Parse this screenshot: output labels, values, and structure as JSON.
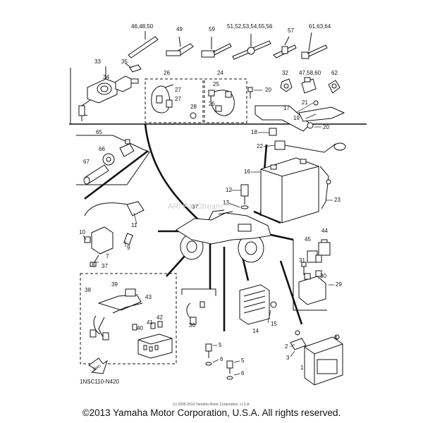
{
  "diagram": {
    "code": "1NSC110-N420",
    "copyright": "©2013 Yamaha Motor Corporation, U.S.A. All rights reserved.",
    "small_copyright": "(c) 2005-2014 Yamaha Motor Corporation, U.S.A.",
    "watermark": "ARI PartStream™",
    "fwd_label": "FWD"
  },
  "callouts": [
    {
      "id": "c-46-48-50",
      "text": "46,48,50"
    },
    {
      "id": "c-49",
      "text": "49"
    },
    {
      "id": "c-59",
      "text": "59"
    },
    {
      "id": "c-51-56",
      "text": "51,52,53,54,55,56"
    },
    {
      "id": "c-57",
      "text": "57"
    },
    {
      "id": "c-61-63-64",
      "text": "61,63,64"
    },
    {
      "id": "c-33",
      "text": "33"
    },
    {
      "id": "c-35",
      "text": "35"
    },
    {
      "id": "c-34",
      "text": "34"
    },
    {
      "id": "c-26",
      "text": "26"
    },
    {
      "id": "c-24",
      "text": "24"
    },
    {
      "id": "c-32",
      "text": "32"
    },
    {
      "id": "c-47-58-60",
      "text": "47,58,60"
    },
    {
      "id": "c-62",
      "text": "62"
    },
    {
      "id": "c-27a",
      "text": "27"
    },
    {
      "id": "c-27b",
      "text": "27"
    },
    {
      "id": "c-25a",
      "text": "25"
    },
    {
      "id": "c-25b",
      "text": "25"
    },
    {
      "id": "c-28",
      "text": "28"
    },
    {
      "id": "c-20a",
      "text": "20"
    },
    {
      "id": "c-17",
      "text": "17"
    },
    {
      "id": "c-21",
      "text": "21"
    },
    {
      "id": "c-19",
      "text": "19"
    },
    {
      "id": "c-20b",
      "text": "20"
    },
    {
      "id": "c-18",
      "text": "18"
    },
    {
      "id": "c-65",
      "text": "65"
    },
    {
      "id": "c-66",
      "text": "66"
    },
    {
      "id": "c-67",
      "text": "67"
    },
    {
      "id": "c-22",
      "text": "22"
    },
    {
      "id": "c-16",
      "text": "16"
    },
    {
      "id": "c-12",
      "text": "12"
    },
    {
      "id": "c-13",
      "text": "13"
    },
    {
      "id": "c-23",
      "text": "23"
    },
    {
      "id": "c-11",
      "text": "11"
    },
    {
      "id": "c-37a",
      "text": "37"
    },
    {
      "id": "c-10",
      "text": "10"
    },
    {
      "id": "c-9",
      "text": "9"
    },
    {
      "id": "c-7",
      "text": "7"
    },
    {
      "id": "c-8",
      "text": "8"
    },
    {
      "id": "c-44",
      "text": "44"
    },
    {
      "id": "c-45",
      "text": "45"
    },
    {
      "id": "c-31",
      "text": "31"
    },
    {
      "id": "c-30",
      "text": "30"
    },
    {
      "id": "c-29",
      "text": "29"
    },
    {
      "id": "c-37b",
      "text": "37"
    },
    {
      "id": "c-38",
      "text": "38"
    },
    {
      "id": "c-39",
      "text": "39"
    },
    {
      "id": "c-43",
      "text": "43"
    },
    {
      "id": "c-42",
      "text": "42"
    },
    {
      "id": "c-41",
      "text": "41"
    },
    {
      "id": "c-40",
      "text": "40"
    },
    {
      "id": "c-36",
      "text": "36"
    },
    {
      "id": "c-14",
      "text": "14"
    },
    {
      "id": "c-15",
      "text": "15"
    },
    {
      "id": "c-2",
      "text": "2"
    },
    {
      "id": "c-4",
      "text": "4"
    },
    {
      "id": "c-3",
      "text": "3"
    },
    {
      "id": "c-1",
      "text": "1"
    },
    {
      "id": "c-5a",
      "text": "5"
    },
    {
      "id": "c-6a",
      "text": "6"
    },
    {
      "id": "c-5b",
      "text": "5"
    },
    {
      "id": "c-6b",
      "text": "6"
    }
  ]
}
